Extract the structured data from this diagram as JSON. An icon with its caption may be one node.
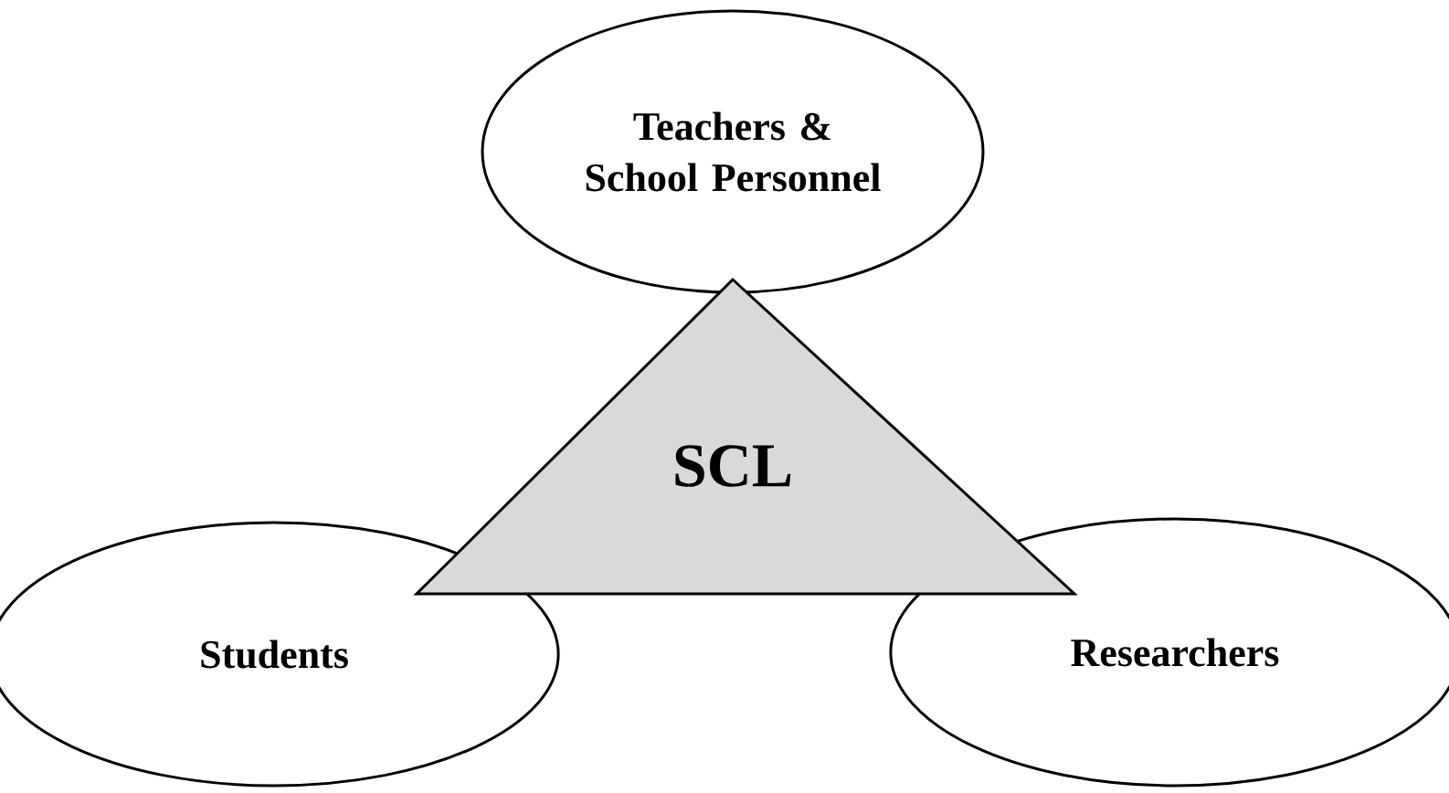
{
  "diagram": {
    "nodes": [
      {
        "text": [
          "Teachers & School Personnel"
        ]
      },
      {
        "text": [
          "SCL"
        ]
      },
      {
        "text": [
          "Students"
        ]
      },
      {
        "text": [
          "Researchers"
        ]
      }
    ]
  }
}
